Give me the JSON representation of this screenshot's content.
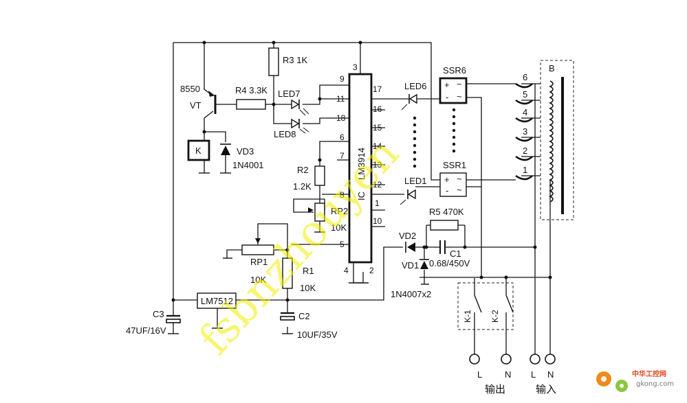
{
  "labels": {
    "vt_type": "8550",
    "vt": "VT",
    "r4": "R4  3.3K",
    "r3": "R3  1K",
    "led7": "LED7",
    "led8": "LED8",
    "relay_k": "K",
    "vd3": "VD3",
    "vd3_part": "1N4001",
    "r2": "R2",
    "r2_val": "1.2K",
    "rp2": "RP2",
    "rp2_val": "10K",
    "rp1": "RP1",
    "rp1_val": "10K",
    "r1": "R1",
    "r1_val": "10K",
    "ic_name": "LM3914",
    "ic_ref": "IC",
    "led6": "LED6",
    "led1": "LED1",
    "ssr6": "SSR6",
    "ssr1": "SSR1",
    "ssr_plus": "+",
    "ssr_minus": "-",
    "ssr_tilde": "~",
    "r5": "R5  470K",
    "vd2": "VD2",
    "vd1": "VD1",
    "c1": "C1",
    "c1_val": "0.68/450V",
    "diode_part": "1N4007x2",
    "reg": "LM7512",
    "c3": "C3",
    "c3_val": "47UF/16V",
    "c2": "C2",
    "c2_val": "10UF/35V",
    "transformer": "B",
    "k1": "K-1",
    "k2": "K-2",
    "term_l": "L",
    "term_n": "N",
    "output": "输出",
    "input": "输入"
  },
  "ic_pins": {
    "left": [
      "9",
      "11",
      "18",
      "6",
      "7",
      "8",
      "5"
    ],
    "right": [
      "17",
      "16",
      "15",
      "14",
      "13",
      "12",
      "1",
      "10"
    ],
    "top": "3",
    "bottom_left": "4",
    "bottom_right": "2"
  },
  "taps": [
    "6",
    "5",
    "4",
    "3",
    "2",
    "1"
  ],
  "watermark": "fsbnzhouyen",
  "logo": {
    "name": "中华工控网",
    "site": "gkong.com"
  }
}
